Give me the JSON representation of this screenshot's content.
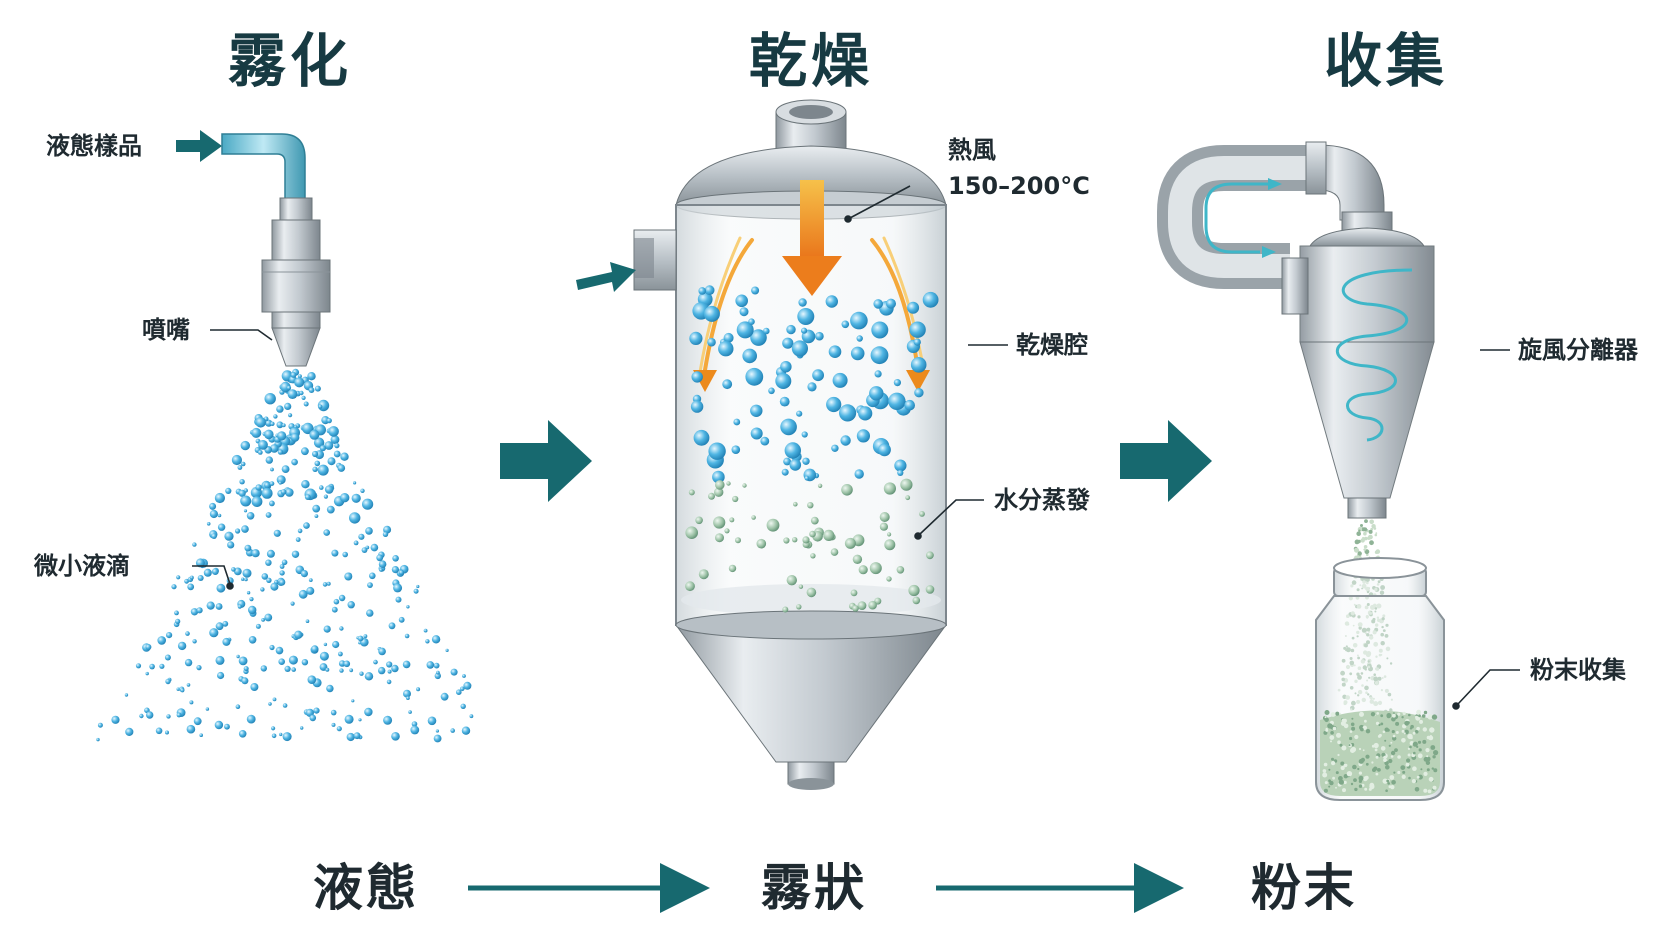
{
  "stages": [
    {
      "title": "霧化"
    },
    {
      "title": "乾燥"
    },
    {
      "title": "收集"
    }
  ],
  "labels": {
    "liquid_sample": "液態樣品",
    "nozzle": "噴嘴",
    "micro_droplets": "微小液滴",
    "hot_air": "熱風",
    "hot_air_temp": "150–200°C",
    "drying_chamber": "乾燥腔",
    "moisture_evaporation": "水分蒸發",
    "cyclone_separator": "旋風分離器",
    "powder_collection": "粉末收集"
  },
  "bottom_flow": [
    "液態",
    "霧狀",
    "粉末"
  ],
  "colors": {
    "teal": "#17696f",
    "title": "#173a42",
    "droplet": "#3aa6d6",
    "hot_air": "#f08a1c",
    "powder": "#a8c8a8",
    "metal": "#c7ced4"
  }
}
